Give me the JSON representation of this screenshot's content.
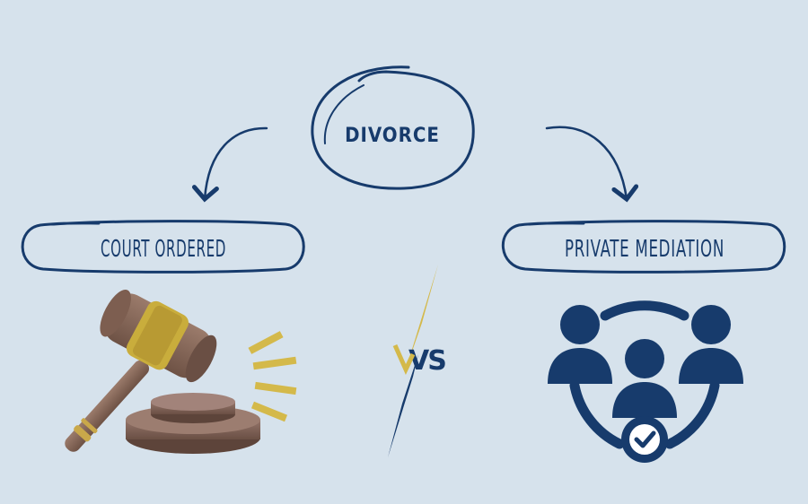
{
  "center_node": {
    "label": "DIVORCE"
  },
  "left_node": {
    "label": "COURT ORDERED",
    "icon": "gavel-icon"
  },
  "right_node": {
    "label": "PRIVATE MEDIATION",
    "icon": "group-mediation-icon"
  },
  "versus": {
    "label": "VS"
  },
  "colors": {
    "background": "#d6e2ec",
    "ink": "#173b6c",
    "gold": "#d4b94a",
    "gavel_brown": "#8a6a5a",
    "icon_blue": "#173b6c"
  }
}
